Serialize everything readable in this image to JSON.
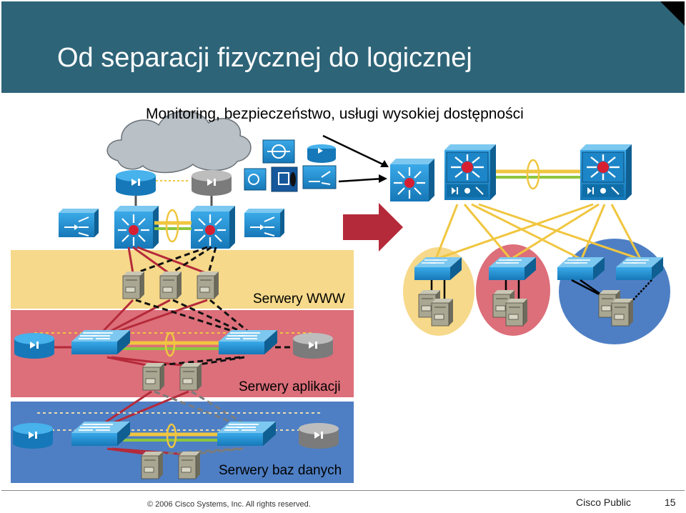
{
  "slide": {
    "title": "Od separacji fizycznej do logicznej",
    "subtitle": "Monitoring, bezpieczeństwo, usługi wysokiej dostępności",
    "zones": [
      {
        "label": "Serwery WWW",
        "color": "#f6d98a"
      },
      {
        "label": "Serwery aplikacji",
        "color": "#dc6f7a"
      },
      {
        "label": "Serwery baz danych",
        "color": "#4e7fc4"
      }
    ],
    "footer": {
      "copyright": "© 2006 Cisco Systems, Inc. All rights reserved.",
      "classification": "Cisco Public",
      "page": "15"
    },
    "colors": {
      "title_bar": "#2e6478",
      "device_blue": "#1f8fd0",
      "arrow_red": "#b52a3a",
      "link_yellow": "#f0c640",
      "link_green": "#8dc63f"
    }
  }
}
